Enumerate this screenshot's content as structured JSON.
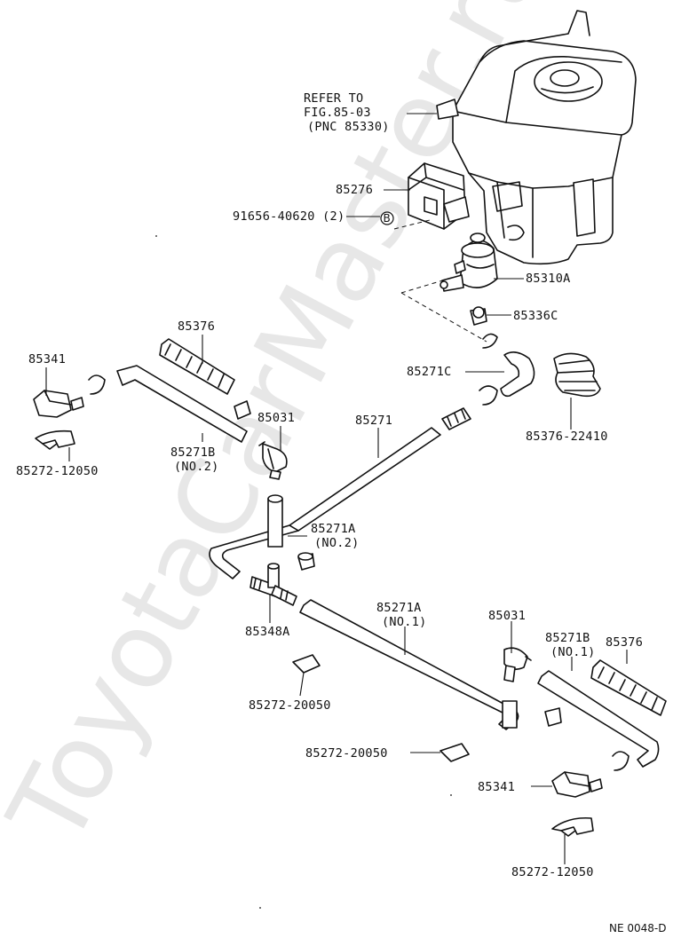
{
  "watermark": "ToyotaCarMaster.ru",
  "diagram_code": "NE 0048-D",
  "refer_note": [
    "REFER TO",
    "FIG.85-03",
    "(PNC 85330)"
  ],
  "callout_symbol": "B",
  "labels": {
    "l85276": "85276",
    "l91656": "91656-40620 (2)",
    "l85310A": "85310A",
    "l85336C": "85336C",
    "l85271C": "85271C",
    "l85376_2241": "85376-22410",
    "l85376_top": "85376",
    "l85341_top": "85341",
    "l85271B_top": "85271B",
    "l85271B_top_no": "(NO.2)",
    "l85272_12050_top": "85272-12050",
    "l85031_top": "85031",
    "l85271": "85271",
    "l85271A_top": "85271A",
    "l85271A_top_no": "(NO.2)",
    "l85348A": "85348A",
    "l85272_20050_a": "85272-20050",
    "l85271A_bot": "85271A",
    "l85271A_bot_no": "(NO.1)",
    "l85031_bot": "85031",
    "l85271B_bot": "85271B",
    "l85271B_bot_no": "(NO.1)",
    "l85376_bot": "85376",
    "l85272_20050_b": "85272-20050",
    "l85341_bot": "85341",
    "l85272_12050_bot": "85272-12050"
  }
}
